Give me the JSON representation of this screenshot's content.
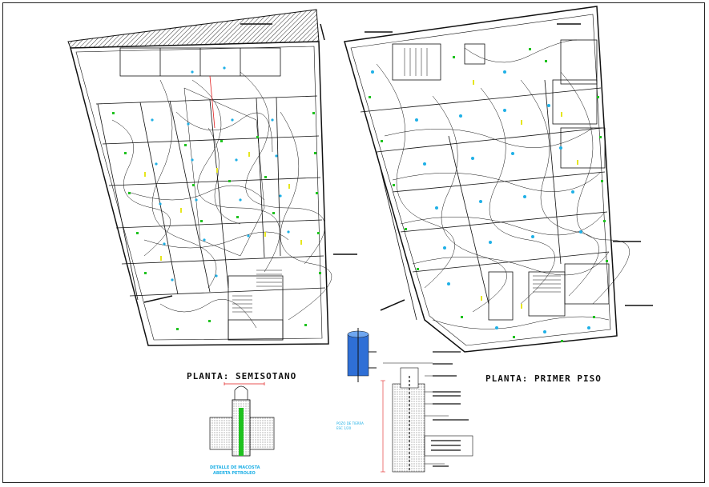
{
  "drawing": {
    "plan_left_title": "PLANTA: SEMISOTANO",
    "plan_right_title": "PLANTA: PRIMER PISO",
    "detail_left_caption_line1": "DETALLE DE MACOSTA",
    "detail_left_caption_line2": "ABERTA PETROLEO",
    "pit_label_line1": "POZO DE TIERRA",
    "pit_label_line2": "ESC 1/20"
  },
  "colors": {
    "line": "#111111",
    "accent_cyan": "#1fb0e6",
    "accent_green": "#1fc21f",
    "accent_yellow": "#e6e61f",
    "accent_red": "#e11d1d",
    "accent_blue": "#2f6fd6"
  }
}
